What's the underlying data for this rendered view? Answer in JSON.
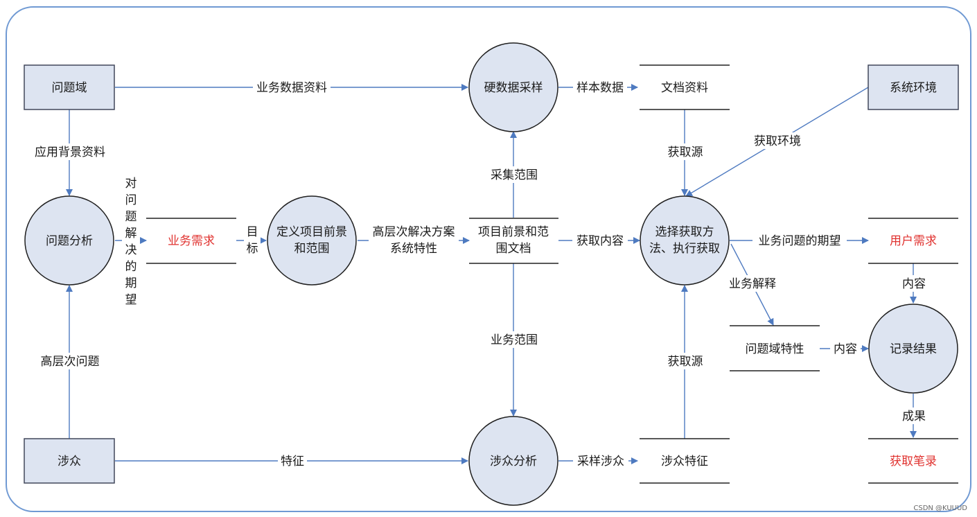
{
  "entities": {
    "problem_domain": "问题域",
    "system_env": "系统环境",
    "stakeholders": "涉众"
  },
  "processes": {
    "hard_data_sampling": "硬数据采样",
    "problem_analysis": "问题分析",
    "define_scope": [
      "定义项目前景",
      "和范围"
    ],
    "select_method": [
      "选择获取方",
      "法、执行获取"
    ],
    "stakeholder_analysis": "涉众分析",
    "record_results": "记录结果"
  },
  "stores": {
    "documents": "文档资料",
    "business_needs": "业务需求",
    "vision_scope_doc": [
      "项目前景和范",
      "围文档"
    ],
    "user_needs": "用户需求",
    "domain_traits": "问题域特性",
    "stakeholder_traits": "涉众特征",
    "notes": "获取笔录"
  },
  "flows": {
    "business_data": "业务数据资料",
    "sample_data": "样本数据",
    "background": "应用背景资料",
    "source_docs": "获取源",
    "get_env": "获取环境",
    "collect_scope": "采集范围",
    "expectation_vertical": [
      "对",
      "问",
      "题",
      "解",
      "决",
      "的",
      "期",
      "望"
    ],
    "goal_vertical": [
      "目",
      "标"
    ],
    "high_level_solution": [
      "高层次解决方案",
      "系统特性"
    ],
    "get_content": "获取内容",
    "business_expectation": "业务问题的期望",
    "content_user": "内容",
    "business_explain": "业务解释",
    "content_domain": "内容",
    "business_scope": "业务范围",
    "source_stakeholders": "获取源",
    "high_level_problem": "高层次问题",
    "features": "特征",
    "sampled_stakeholders": "采样涉众",
    "results": "成果"
  },
  "watermark": "CSDN @KUUUD",
  "colors": {
    "frame": "#6f99d3",
    "arrow": "#4e7ac0",
    "fill": "#dde4f1",
    "highlight_text": "#e0322f"
  }
}
